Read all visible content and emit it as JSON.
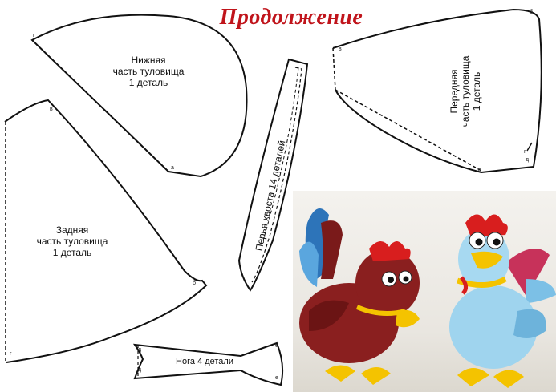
{
  "page_title": "Продолжение",
  "pieces": {
    "lower_body": {
      "line1": "Нижняя",
      "line2": "часть туловища",
      "line3": "1 деталь",
      "mark_g": "г",
      "mark_a": "а"
    },
    "back_body": {
      "line1": "Задняя",
      "line2": "часть туловища",
      "line3": "1 деталь",
      "mark_v": "в",
      "mark_b": "б",
      "mark_g": "г"
    },
    "front_body": {
      "line1": "Передняя",
      "line2": "часть туловища",
      "line3": "1 деталь",
      "mark_v": "в",
      "mark_b": "б",
      "mark_e": "е",
      "mark_d": "д",
      "mark_g": "г"
    },
    "tail_feather": {
      "label": "Перья хвоста 14 деталей"
    },
    "leg": {
      "label": "Нога  4 детали",
      "mark_d1": "д",
      "mark_d2": "д",
      "mark_e1": "е",
      "mark_e2": "е"
    }
  },
  "colors": {
    "title": "#c0141b",
    "outline": "#111111"
  }
}
